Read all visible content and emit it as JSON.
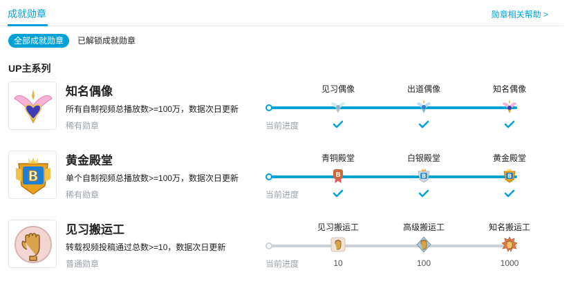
{
  "header": {
    "tab_label": "成就勋章",
    "help_label": "勋章相关帮助 >"
  },
  "filters": {
    "all_label": "全部成就勋章",
    "unlocked_label": "已解锁成就勋章"
  },
  "section": {
    "title": "UP主系列"
  },
  "progress_label": "当前进度",
  "badges": [
    {
      "title": "知名偶像",
      "desc": "所有自制视频总播放数>=100万，数据次日更新",
      "rarity": "稀有勋章",
      "levels": [
        {
          "name": "见习偶像",
          "done": true
        },
        {
          "name": "出道偶像",
          "done": true
        },
        {
          "name": "知名偶像",
          "done": true
        }
      ]
    },
    {
      "title": "黄金殿堂",
      "desc": "单个自制视频总播放数>=100万，数据次日更新",
      "rarity": "稀有勋章",
      "levels": [
        {
          "name": "青铜殿堂",
          "done": true
        },
        {
          "name": "白银殿堂",
          "done": true
        },
        {
          "name": "黄金殿堂",
          "done": true
        }
      ]
    },
    {
      "title": "见习搬运工",
      "desc": "转载视频投稿通过总数>=10，数据次日更新",
      "rarity": "普通勋章",
      "levels": [
        {
          "name": "见习搬运工",
          "count": "10"
        },
        {
          "name": "高级搬运工",
          "count": "100"
        },
        {
          "name": "知名搬运工",
          "count": "1000"
        }
      ]
    }
  ],
  "colors": {
    "accent": "#00a1d6",
    "muted": "#99a2aa",
    "track_grey": "#ccd0d7"
  }
}
